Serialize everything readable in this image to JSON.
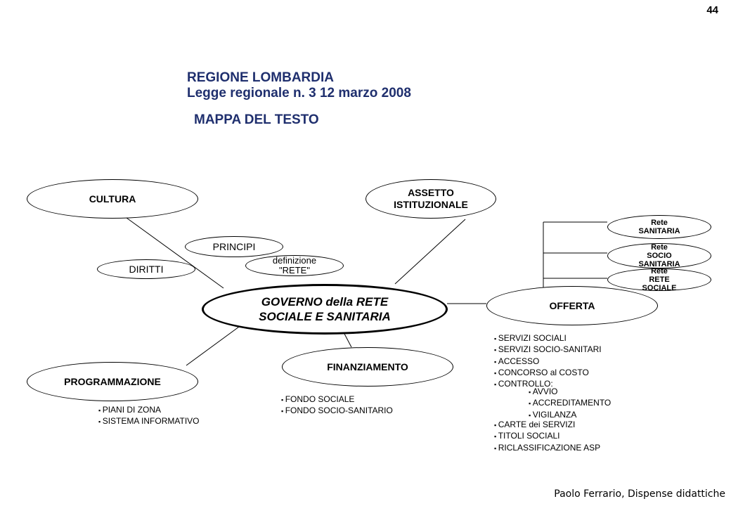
{
  "page_number": "44",
  "title": {
    "line1": "REGIONE LOMBARDIA",
    "line2": "Legge regionale n. 3 12 marzo 2008",
    "line3": "MAPPA DEL TESTO"
  },
  "nodes": {
    "cultura": "CULTURA",
    "assetto1": "ASSETTO",
    "assetto2": "ISTITUZIONALE",
    "principi": "PRINCIPI",
    "diritti": "DIRITTI",
    "definizione1": "definizione",
    "definizione2": "\"RETE\"",
    "governo1": "GOVERNO della RETE",
    "governo2": "SOCIALE E SANITARIA",
    "offerta": "OFFERTA",
    "rete_san1": "Rete",
    "rete_san2": "SANITARIA",
    "rete_socio1": "Rete",
    "rete_socio2": "SOCIO",
    "rete_socio3": "SANITARIA",
    "rete_soc1": "Rete",
    "rete_soc2": "RETE",
    "rete_soc3": "SOCIALE",
    "finanziamento": "FINANZIAMENTO",
    "programmazione": "PROGRAMMAZIONE"
  },
  "offerta_list": [
    "SERVIZI SOCIALI",
    "SERVIZI SOCIO-SANITARI",
    "ACCESSO",
    "CONCORSO al COSTO",
    "CONTROLLO:"
  ],
  "controllo_list": [
    "AVVIO",
    "ACCREDITAMENTO",
    "VIGILANZA"
  ],
  "offerta_list2": [
    "CARTE dei SERVIZI",
    "TITOLI SOCIALI",
    "RICLASSIFICAZIONE ASP"
  ],
  "finanziamento_list": [
    "FONDO SOCIALE",
    "FONDO SOCIO-SANITARIO"
  ],
  "programmazione_list": [
    "PIANI DI ZONA",
    "SISTEMA INFORMATIVO"
  ],
  "footer": "Paolo Ferrario, Dispense didattiche"
}
